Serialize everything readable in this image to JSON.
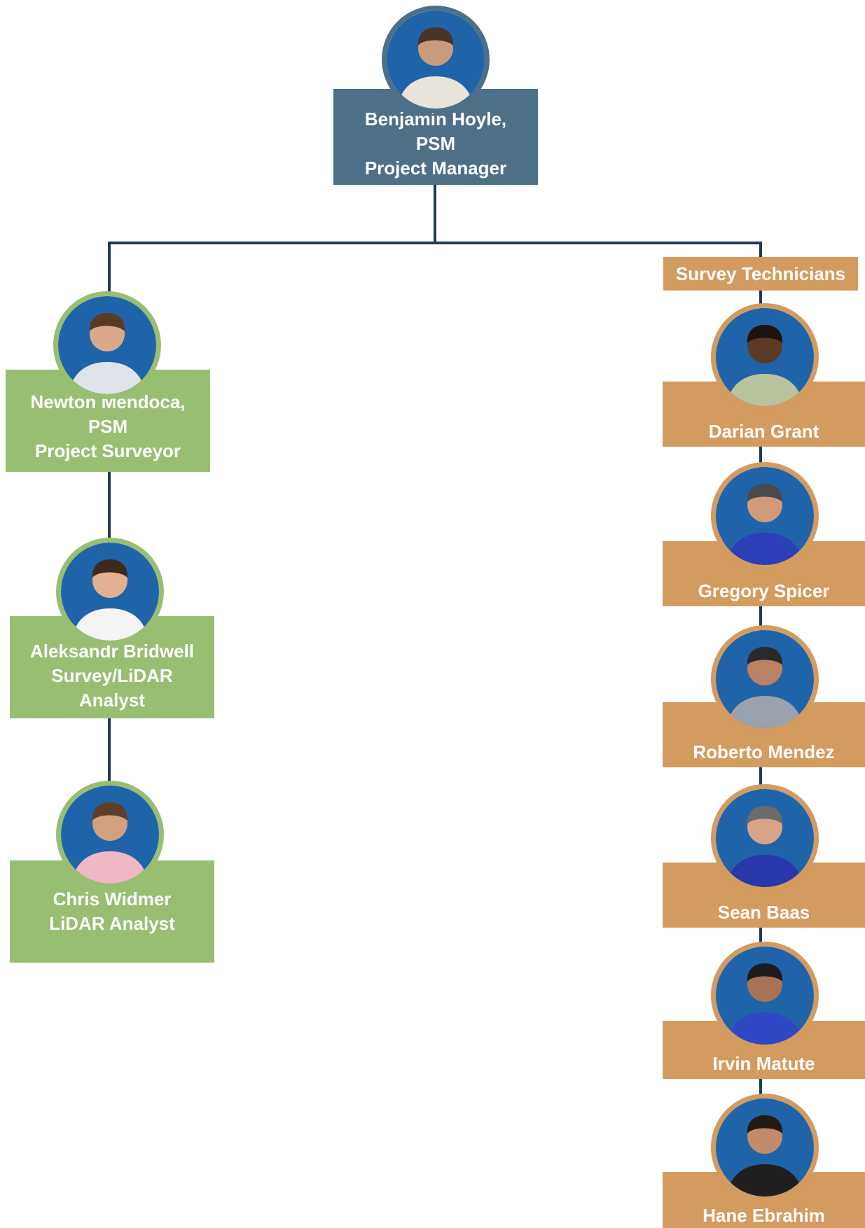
{
  "manager": {
    "name": "Benjamin Hoyle,",
    "credential": "PSM",
    "role": "Project Manager",
    "photo": "avatar-photo"
  },
  "surveyor_team": [
    {
      "line1": "Newton Mendoca,",
      "line2": "PSM",
      "line3": "Project Surveyor",
      "photo": "avatar-photo"
    },
    {
      "line1": "Aleksandr Bridwell",
      "line2": "Survey/LiDAR",
      "line3": "Analyst",
      "photo": "avatar-photo"
    },
    {
      "line1": "Chris Widmer",
      "line2": "LiDAR Analyst",
      "photo": "avatar-photo"
    }
  ],
  "technicians": {
    "heading": "Survey Technicians",
    "members": [
      {
        "name": "Darian Grant",
        "photo": "avatar-photo"
      },
      {
        "name": "Gregory Spicer",
        "photo": "avatar-photo"
      },
      {
        "name": "Roberto Mendez",
        "photo": "avatar-photo"
      },
      {
        "name": "Sean Baas",
        "photo": "avatar-photo"
      },
      {
        "name": "Irvin Matute",
        "photo": "avatar-photo"
      },
      {
        "name": "Hane Ebrahim",
        "photo": "avatar-photo"
      }
    ]
  },
  "colors": {
    "manager": "#4d7088",
    "surveyor": "#98be72",
    "technician": "#d39b5f",
    "connector": "#1e3a5c",
    "photo_background": "#1f63a8"
  }
}
